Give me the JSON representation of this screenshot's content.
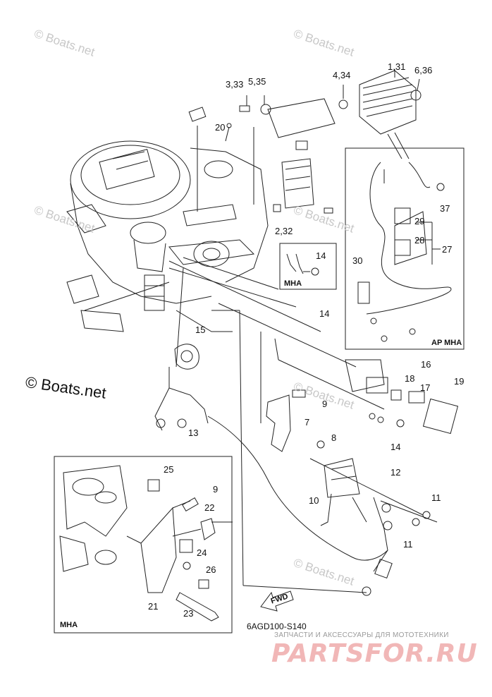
{
  "diagram": {
    "code": "6AGD100-S140",
    "copyright": "© Boats.net",
    "fwd_label": "FWD",
    "watermarks": [
      "© Boats.net",
      "© Boats.net",
      "© Boats.net",
      "© Boats.net",
      "© Boats.net",
      "© Boats.net"
    ],
    "boxes": {
      "ap_mha": "AP MHA",
      "mha_small": "MHA",
      "mha_inset": "MHA"
    },
    "callouts": [
      {
        "id": "c-3-33",
        "text": "3,33"
      },
      {
        "id": "c-5-35",
        "text": "5,35"
      },
      {
        "id": "c-4-34",
        "text": "4,34"
      },
      {
        "id": "c-1-31",
        "text": "1,31"
      },
      {
        "id": "c-6-36",
        "text": "6,36"
      },
      {
        "id": "c-20",
        "text": "20"
      },
      {
        "id": "c-37",
        "text": "37"
      },
      {
        "id": "c-2-32",
        "text": "2,32"
      },
      {
        "id": "c-29",
        "text": "29"
      },
      {
        "id": "c-28",
        "text": "28"
      },
      {
        "id": "c-27",
        "text": "27"
      },
      {
        "id": "c-30",
        "text": "30"
      },
      {
        "id": "c-14a",
        "text": "14"
      },
      {
        "id": "c-14b",
        "text": "14"
      },
      {
        "id": "c-15",
        "text": "15"
      },
      {
        "id": "c-16",
        "text": "16"
      },
      {
        "id": "c-18",
        "text": "18"
      },
      {
        "id": "c-17",
        "text": "17"
      },
      {
        "id": "c-19",
        "text": "19"
      },
      {
        "id": "c-9a",
        "text": "9"
      },
      {
        "id": "c-7",
        "text": "7"
      },
      {
        "id": "c-13",
        "text": "13"
      },
      {
        "id": "c-8",
        "text": "8"
      },
      {
        "id": "c-14c",
        "text": "14"
      },
      {
        "id": "c-12",
        "text": "12"
      },
      {
        "id": "c-10",
        "text": "10"
      },
      {
        "id": "c-11a",
        "text": "11"
      },
      {
        "id": "c-11b",
        "text": "11"
      },
      {
        "id": "c-25",
        "text": "25"
      },
      {
        "id": "c-9b",
        "text": "9"
      },
      {
        "id": "c-22",
        "text": "22"
      },
      {
        "id": "c-24",
        "text": "24"
      },
      {
        "id": "c-26",
        "text": "26"
      },
      {
        "id": "c-21",
        "text": "21"
      },
      {
        "id": "c-23",
        "text": "23"
      }
    ],
    "footer": {
      "tagline": "ЗАПЧАСТИ И АКСЕССУАРЫ ДЛЯ МОТОТЕХНИКИ",
      "logo": "PARTSFOR.RU"
    }
  }
}
